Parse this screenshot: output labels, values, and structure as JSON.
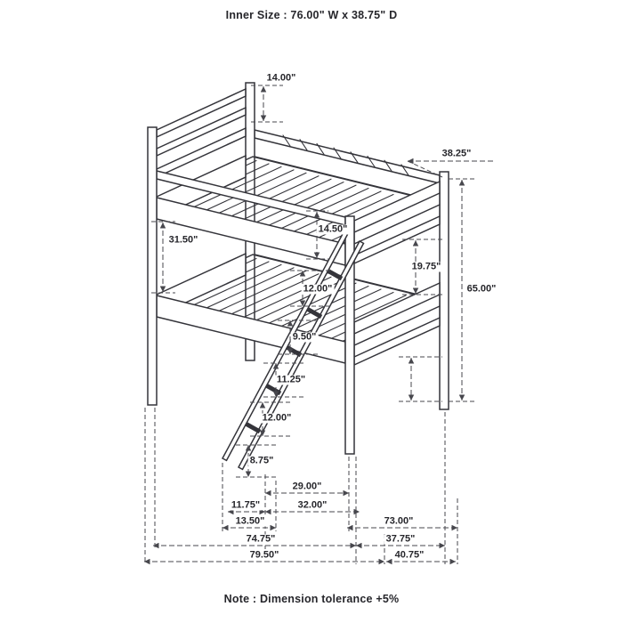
{
  "header": {
    "inner_size": "Inner Size : 76.00\" W x  38.75\" D"
  },
  "footer": {
    "note": "Note : Dimension tolerance +5%"
  },
  "dims": {
    "headboard_height": "14.00\"",
    "top_depth": "38.25\"",
    "bunk_gap": "31.50\"",
    "guard_rail_height": "14.50\"",
    "foot_panel_gap": "19.75\"",
    "overall_height": "65.00\"",
    "ladder_step_1": "12.00\"",
    "ladder_step_2": "9.50\"",
    "ladder_step_3": "11.25\"",
    "ladder_step_4": "12.00\"",
    "ladder_step_5": "8.75\"",
    "ladder_span": "29.00\"",
    "ladder_offset": "11.75\"",
    "ladder_base_span": "32.00\"",
    "ladder_foot_offset": "13.50\"",
    "length_to_rear": "73.00\"",
    "base_length_inner": "74.75\"",
    "base_depth_inner": "37.75\"",
    "overall_length": "79.50\"",
    "overall_depth": "40.75\""
  }
}
